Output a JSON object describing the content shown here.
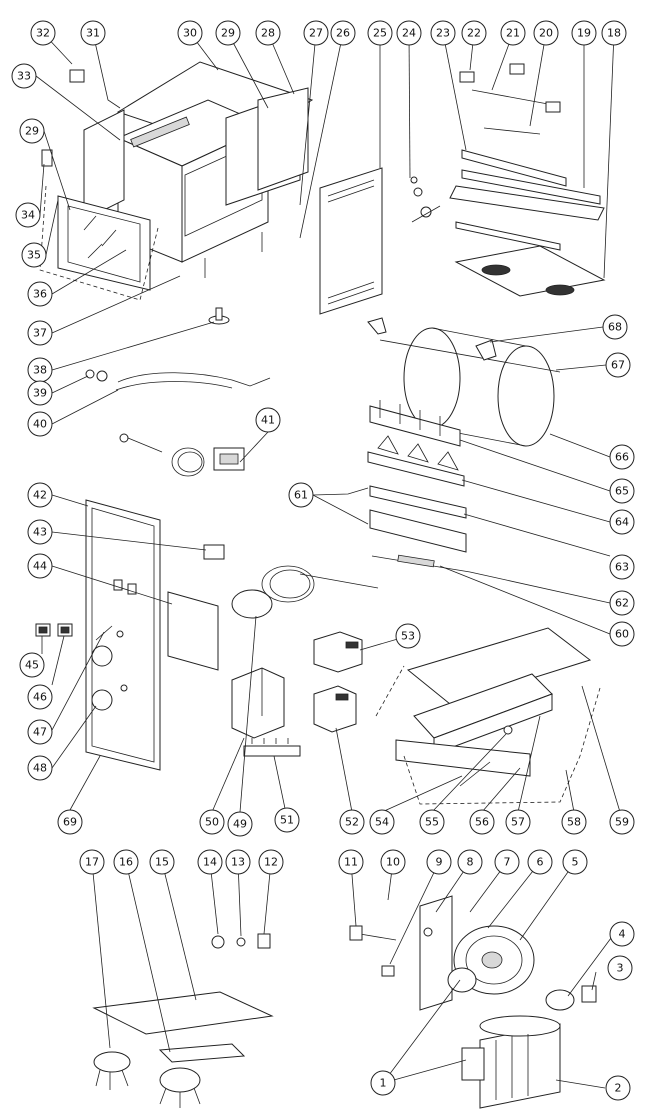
{
  "diagram": {
    "callouts": [
      "1",
      "2",
      "3",
      "4",
      "5",
      "6",
      "7",
      "8",
      "9",
      "10",
      "11",
      "12",
      "13",
      "14",
      "15",
      "16",
      "17",
      "18",
      "19",
      "20",
      "21",
      "22",
      "23",
      "24",
      "25",
      "26",
      "27",
      "28",
      "29",
      "30",
      "31",
      "32",
      "33",
      "34",
      "35",
      "36",
      "37",
      "38",
      "39",
      "40",
      "41",
      "42",
      "43",
      "44",
      "45",
      "46",
      "47",
      "48",
      "49",
      "50",
      "51",
      "52",
      "53",
      "54",
      "55",
      "56",
      "57",
      "58",
      "59",
      "60",
      "61",
      "62",
      "63",
      "64",
      "65",
      "66",
      "67",
      "68",
      "69",
      "29"
    ]
  }
}
